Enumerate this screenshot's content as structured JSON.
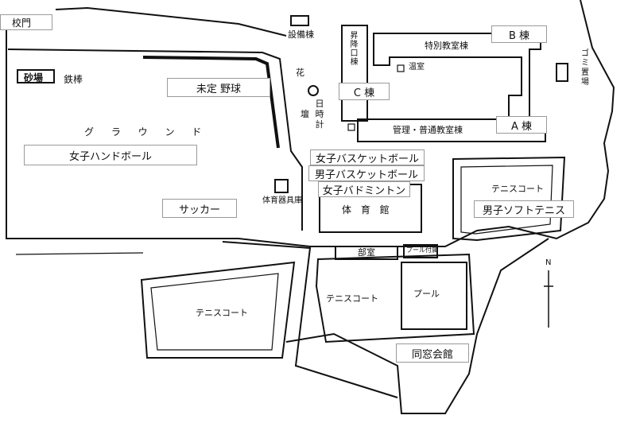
{
  "map": {
    "gate": "校門",
    "facility_labels": {
      "equipment_building": "設備棟",
      "sand_pit": "砂場",
      "iron_bar": "鉄棒",
      "flower": "花",
      "flower_bed": "壇",
      "sundial": "日時計",
      "ground": "グ ラ ウ ン ド",
      "special_building": "特別教室棟",
      "greenhouse": "温室",
      "admin_building": "管理・普通教室棟",
      "stairs_building": "昇降口棟",
      "garbage": "ゴミ置場",
      "gym": "体 育 館",
      "sports_storage": "体育器具庫",
      "tennis_court_east": "テニスコート",
      "club_room": "部室",
      "pool_building": "プール付属",
      "tennis_court_center": "テニスコート",
      "pool": "プール",
      "tennis_court_southwest": "テニスコート",
      "north_mark": "N"
    },
    "overlay_labels": {
      "b_wing": "B 棟",
      "c_wing": "C 棟",
      "a_wing": "A 棟",
      "undecided_baseball": "未定  野球",
      "girls_handball": "女子ハンドボール",
      "girls_basketball": "女子バスケットボール",
      "boys_basketball": "男子バスケットボール",
      "girls_badminton": "女子バドミントン",
      "soccer": "サッカー",
      "boys_soft_tennis": "男子ソフトテニス",
      "alumni_hall": "同窓会館"
    }
  }
}
